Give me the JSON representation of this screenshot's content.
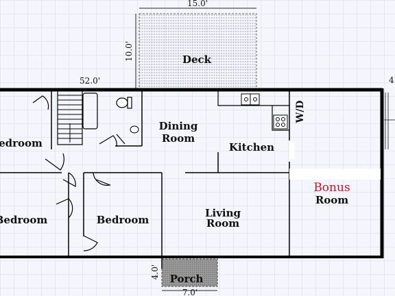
{
  "dimensions": {
    "deck_width": "15.0'",
    "deck_depth": "10.0'",
    "house_width": "52.0'",
    "porch_depth": "4.0'",
    "porch_width": "7.0'",
    "right_edge_cutoff": "4"
  },
  "rooms": {
    "deck": "Deck",
    "bedroom_top_left": "edroom",
    "dining_line1": "Dining",
    "dining_line2": "Room",
    "kitchen": "Kitchen",
    "washer_dryer": "W/D",
    "bonus_line1": "Bonus",
    "bonus_line2": "Room",
    "bedroom_bottom_left": "Bedroom",
    "bedroom_center": "Bedroom",
    "living_line1": "Living",
    "living_line2": "Room",
    "porch": "Porch"
  },
  "colors": {
    "background": "#f4f6fb",
    "grid": "#c9d2e6",
    "wall": "#000000",
    "bonus_accent": "#c8102e",
    "porch_fill": "#8f8f8f"
  }
}
